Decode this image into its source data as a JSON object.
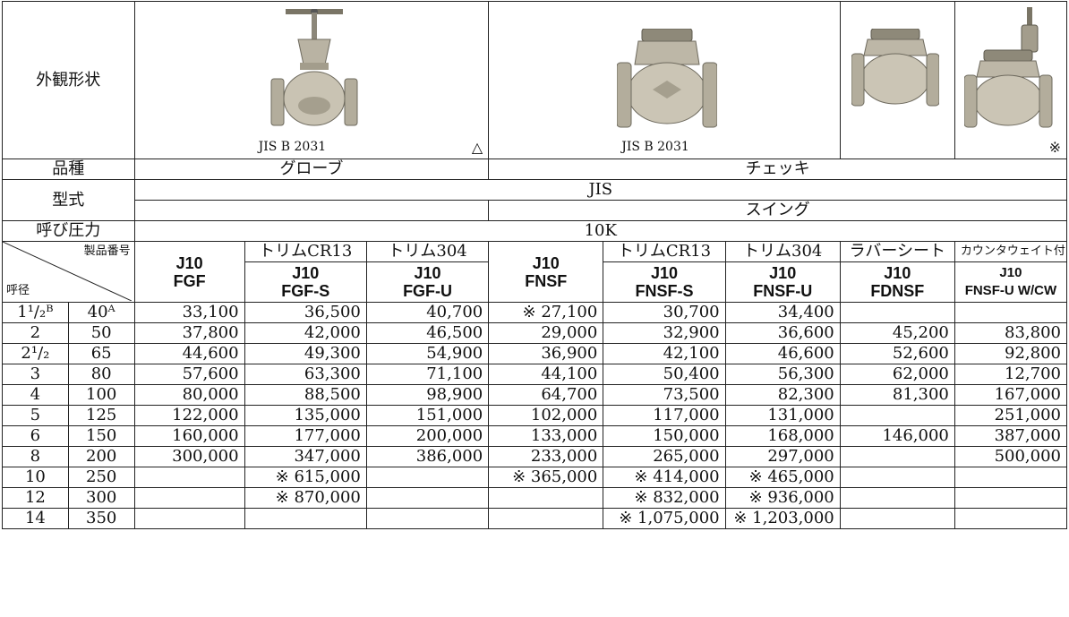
{
  "header": {
    "appearance_label": "外観形状",
    "jis_caption_1": "JIS B 2031",
    "jis_caption_2": "JIS B 2031",
    "triangle_mark": "△",
    "asterisk_mark": "※",
    "kind_label": "品種",
    "kind_globe": "グローブ",
    "kind_check": "チェッキ",
    "type_label": "型式",
    "type_value": "JIS",
    "type_sub": "スイング",
    "pressure_label": "呼び圧力",
    "pressure_value": "10K",
    "product_no_label": "製品番号",
    "nominal_size_label": "呼径"
  },
  "columns": [
    {
      "sub": "",
      "code": "J10\nFGF"
    },
    {
      "sub": "トリムCR13",
      "code": "J10\nFGF-S"
    },
    {
      "sub": "トリム304",
      "code": "J10\nFGF-U"
    },
    {
      "sub": "",
      "code": "J10\nFNSF"
    },
    {
      "sub": "トリムCR13",
      "code": "J10\nFNSF-S"
    },
    {
      "sub": "トリム304",
      "code": "J10\nFNSF-U"
    },
    {
      "sub": "ラバーシート",
      "code": "J10\nFDNSF"
    },
    {
      "sub": "カウンタウェイト付",
      "code": "J10\nFNSF-U W/CW"
    }
  ],
  "rows": [
    {
      "inch": "1¹/₂ᴮ",
      "mm": "40ᴬ",
      "prices": [
        "33,100",
        "36,500",
        "40,700",
        "※ 27,100",
        "30,700",
        "34,400",
        "",
        ""
      ]
    },
    {
      "inch": "2",
      "mm": "50",
      "prices": [
        "37,800",
        "42,000",
        "46,500",
        "29,000",
        "32,900",
        "36,600",
        "45,200",
        "83,800"
      ]
    },
    {
      "inch": "2¹/₂",
      "mm": "65",
      "prices": [
        "44,600",
        "49,300",
        "54,900",
        "36,900",
        "42,100",
        "46,600",
        "52,600",
        "92,800"
      ]
    },
    {
      "inch": "3",
      "mm": "80",
      "prices": [
        "57,600",
        "63,300",
        "71,100",
        "44,100",
        "50,400",
        "56,300",
        "62,000",
        "12,700"
      ]
    },
    {
      "inch": "4",
      "mm": "100",
      "prices": [
        "80,000",
        "88,500",
        "98,900",
        "64,700",
        "73,500",
        "82,300",
        "81,300",
        "167,000"
      ]
    },
    {
      "inch": "5",
      "mm": "125",
      "prices": [
        "122,000",
        "135,000",
        "151,000",
        "102,000",
        "117,000",
        "131,000",
        "",
        "251,000"
      ]
    },
    {
      "inch": "6",
      "mm": "150",
      "prices": [
        "160,000",
        "177,000",
        "200,000",
        "133,000",
        "150,000",
        "168,000",
        "146,000",
        "387,000"
      ]
    },
    {
      "inch": "8",
      "mm": "200",
      "prices": [
        "300,000",
        "347,000",
        "386,000",
        "233,000",
        "265,000",
        "297,000",
        "",
        "500,000"
      ]
    },
    {
      "inch": "10",
      "mm": "250",
      "prices": [
        "",
        "※ 615,000",
        "",
        "※ 365,000",
        "※ 414,000",
        "※ 465,000",
        "",
        ""
      ]
    },
    {
      "inch": "12",
      "mm": "300",
      "prices": [
        "",
        "※ 870,000",
        "",
        "",
        "※ 832,000",
        "※ 936,000",
        "",
        ""
      ]
    },
    {
      "inch": "14",
      "mm": "350",
      "prices": [
        "",
        "",
        "",
        "",
        "※ 1,075,000",
        "※ 1,203,000",
        "",
        ""
      ]
    }
  ],
  "images": [
    "globe-valve",
    "swing-check-valve",
    "rubber-seat-check-valve",
    "counterweight-check-valve"
  ]
}
